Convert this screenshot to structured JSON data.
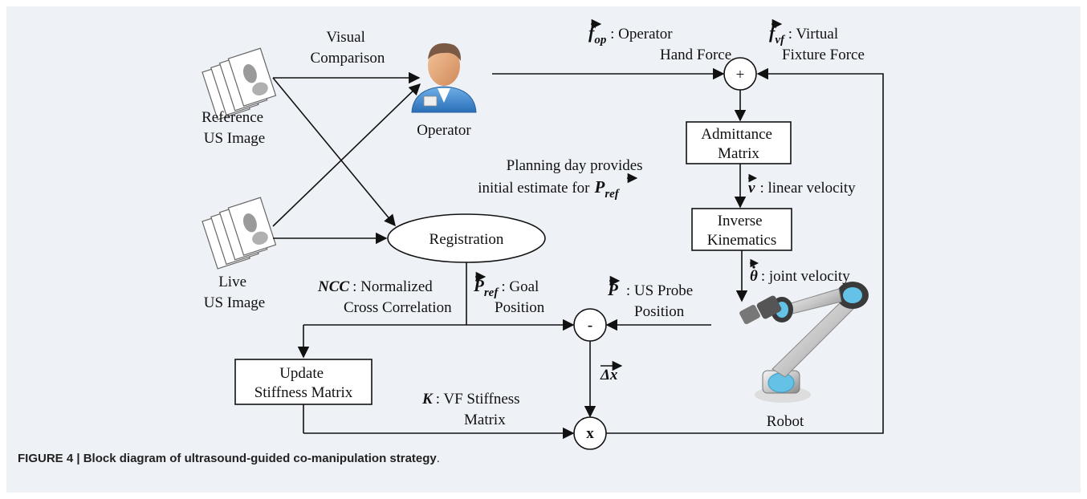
{
  "nodes": {
    "reference_image": "Reference\nUS Image",
    "live_image": "Live\nUS Image",
    "operator": "Operator",
    "registration": "Registration",
    "admittance": "Admittance\nMatrix",
    "inverse_kinematics": "Inverse\nKinematics",
    "update_stiffness": "Update\nStiffness Matrix",
    "robot": "Robot",
    "sum_symbol": "+",
    "diff_symbol": "-",
    "mult_symbol": "x"
  },
  "edge_labels": {
    "visual_comparison": "Visual\nComparison",
    "operator_force_symbol": "f",
    "operator_force_sub": "op",
    "operator_force_text": ": Operator\nHand Force",
    "virtual_force_symbol": "f",
    "virtual_force_sub": "vf",
    "virtual_force_text": ": Virtual\nFixture Force",
    "linear_velocity_symbol": "v",
    "linear_velocity_text": ": linear velocity",
    "joint_velocity_symbol": "θ",
    "joint_velocity_text": ": joint velocity",
    "planning_line1": "Planning day provides",
    "planning_line2": "initial estimate for",
    "pref_symbol": "P",
    "pref_sub": "ref",
    "ncc_symbol": "NCC",
    "ncc_text": ": Normalized\nCross Correlation",
    "goal_text": ": Goal\nPosition",
    "probe_symbol": "P",
    "probe_text": ": US Probe\nPosition",
    "delta_x": "Δx",
    "stiffness_symbol": "K",
    "stiffness_text": ": VF Stiffness\nMatrix"
  },
  "caption": {
    "prefix": "FIGURE 4 | ",
    "title": "Block diagram of ultrasound-guided co-manipulation strategy",
    "suffix": "."
  }
}
